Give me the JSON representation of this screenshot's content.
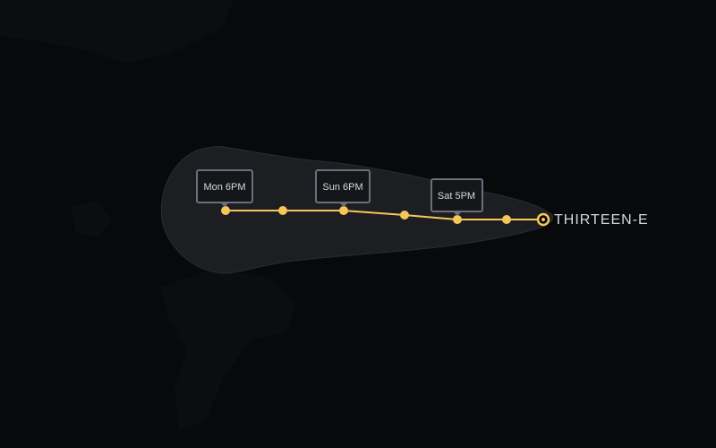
{
  "storm": {
    "name": "THIRTEEN-E"
  },
  "callouts": [
    {
      "label": "Mon 6PM"
    },
    {
      "label": "Sun 6PM"
    },
    {
      "label": "Sat 5PM"
    }
  ],
  "colors": {
    "background": "#08090b",
    "cone_fill": "#1d1e22",
    "cone_stroke": "#2a2c31",
    "track": "#f5c758",
    "callout_border": "#6b6f7a",
    "callout_bg": "#15161a",
    "callout_text": "#d6d8dc",
    "storm_label": "#d6d8dc",
    "land_hint": "#0e0f12"
  }
}
